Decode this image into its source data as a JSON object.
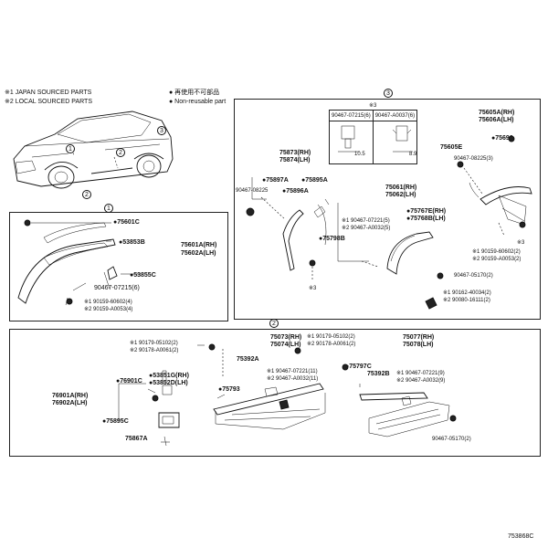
{
  "notes": {
    "note1": "※1 JAPAN SOURCED PARTS",
    "note2": "※2 LOCAL SOURCED PARTS",
    "reuse_jp": "● 再使用不可部品",
    "reuse_en": "● Non-reusable part"
  },
  "car_callouts": {
    "c1": "1",
    "c2": "2",
    "c3": "3"
  },
  "section1": {
    "marker": "1",
    "p75601C": "●75601C",
    "p53853B": "●53853B",
    "p75601A": "75601A(RH)",
    "p75602A": "75602A(LH)",
    "p53855C": "●53855C",
    "p90467_07215": "90467-07215(6)",
    "f1": "※1 90159-60602(4)",
    "f2": "※2 90159-A0053(4)"
  },
  "section3": {
    "marker": "3",
    "note3": "※3",
    "table_h1": "90467-07215(6)",
    "table_h2": "90467-A0037(6)",
    "dim1": "10.5",
    "dim2": "8.9",
    "p75873": "75873(RH)",
    "p75874": "75874(LH)",
    "p75897A": "●75897A",
    "p75895A": "●75895A",
    "p90467_08225a": "90467-08225",
    "p75896A": "●75896A",
    "p75798B": "●75798B",
    "star3a": "※3",
    "p75061": "75061(RH)",
    "p75062": "75062(LH)",
    "p75767E": "●75767E(RH)",
    "p75768B": "●75768B(LH)",
    "g1": "※1 90467-07221(5)",
    "g2": "※2 90467-A0032(5)",
    "p90467_05170a": "90467-05170(2)",
    "h1": "※1 90162-40034(2)",
    "h2": "※2 90080-16111(2)",
    "p75605A": "75605A(RH)",
    "p75606A": "75606A(LH)",
    "p75605E": "75605E",
    "p75696": "●75696",
    "p90467_08225b": "90467-08225(3)",
    "k1": "※1 90159-60602(2)",
    "k2": "※2 90159-A0053(2)",
    "star3b": "※3"
  },
  "section2": {
    "marker": "2",
    "a1": "※1 90179-05102(2)",
    "a2": "※2 90178-A0061(2)",
    "p75073": "75073(RH)",
    "p75074": "75074(LH)",
    "b1": "※1 90179-05102(2)",
    "b2": "※2 90178-A0061(2)",
    "p75392A": "75392A",
    "c1": "※1 90467-07221(11)",
    "c2": "※2 90467-A0032(11)",
    "p75793": "●75793",
    "p76901A": "76901A(RH)",
    "p76902A": "76902A(LH)",
    "p53851G": "●53851G(RH)",
    "p76901C": "●76901C",
    "p53852D": "●53852D(LH)",
    "p75895C": "●75895C",
    "p75867A": "75867A",
    "p75077": "75077(RH)",
    "p75078": "75078(LH)",
    "p75797C": "●75797C",
    "p75392B": "75392B",
    "d1": "※1 90467-07221(9)",
    "d2": "※2 90467-A0032(9)",
    "p90467_05170b": "90467-05170(2)"
  },
  "footer": {
    "code": "753868C"
  }
}
